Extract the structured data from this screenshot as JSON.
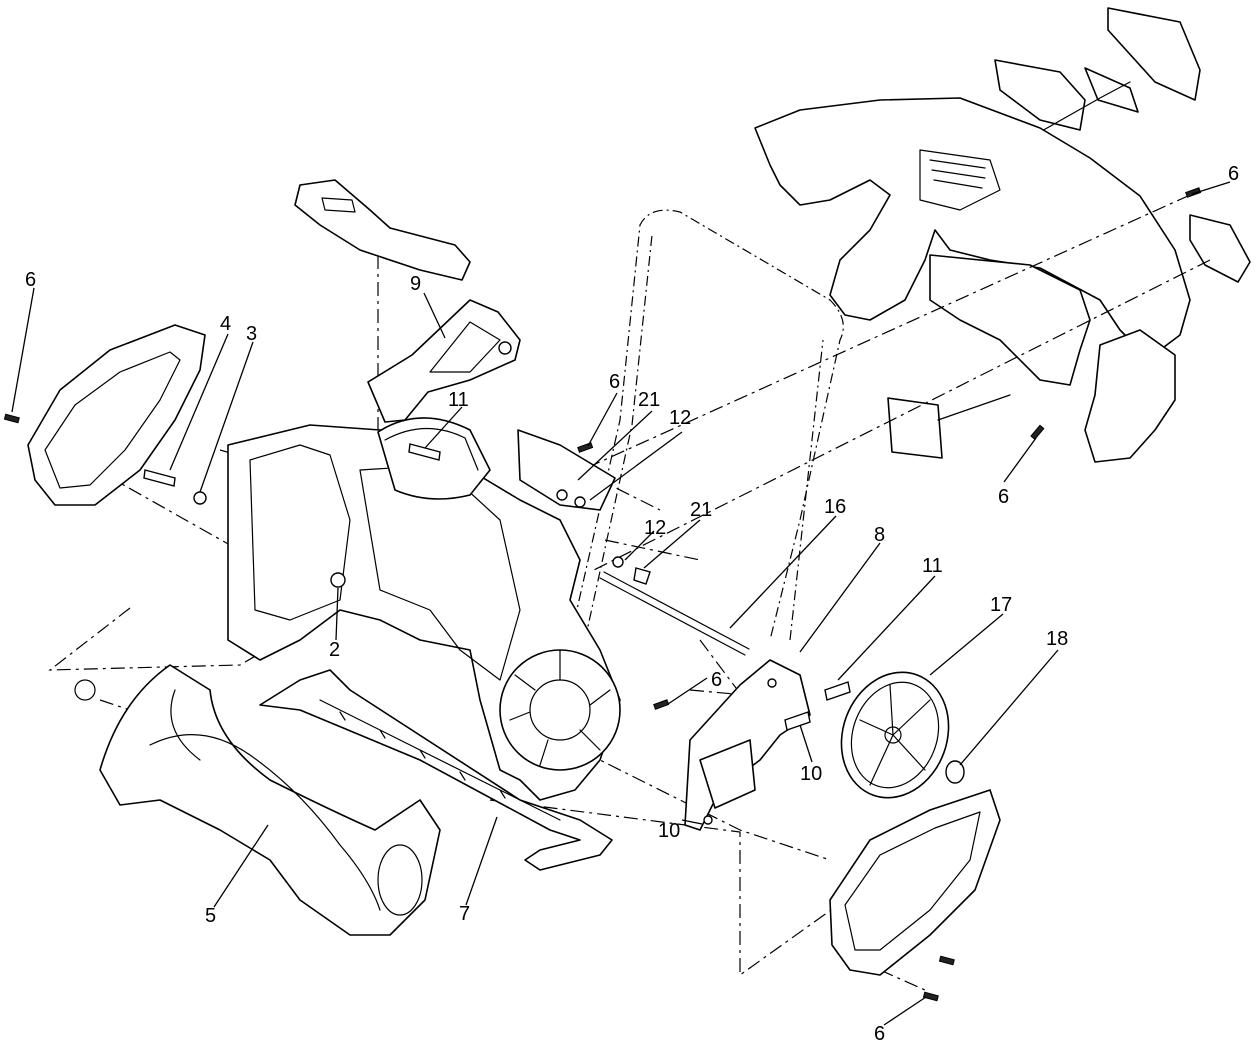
{
  "callouts": [
    {
      "id": "c1",
      "label": "6"
    },
    {
      "id": "c2",
      "label": "4"
    },
    {
      "id": "c3",
      "label": "3"
    },
    {
      "id": "c4",
      "label": "9"
    },
    {
      "id": "c5",
      "label": "11"
    },
    {
      "id": "c6",
      "label": "6"
    },
    {
      "id": "c7",
      "label": "21"
    },
    {
      "id": "c8",
      "label": "12"
    },
    {
      "id": "c9",
      "label": "6"
    },
    {
      "id": "c10",
      "label": "6"
    },
    {
      "id": "c11",
      "label": "16"
    },
    {
      "id": "c12",
      "label": "8"
    },
    {
      "id": "c13",
      "label": "12"
    },
    {
      "id": "c14",
      "label": "21"
    },
    {
      "id": "c15",
      "label": "11"
    },
    {
      "id": "c16",
      "label": "17"
    },
    {
      "id": "c17",
      "label": "18"
    },
    {
      "id": "c18",
      "label": "2"
    },
    {
      "id": "c19",
      "label": "6"
    },
    {
      "id": "c20",
      "label": "10"
    },
    {
      "id": "c21",
      "label": "10"
    },
    {
      "id": "c22",
      "label": "5"
    },
    {
      "id": "c23",
      "label": "7"
    },
    {
      "id": "c24",
      "label": "6"
    }
  ]
}
